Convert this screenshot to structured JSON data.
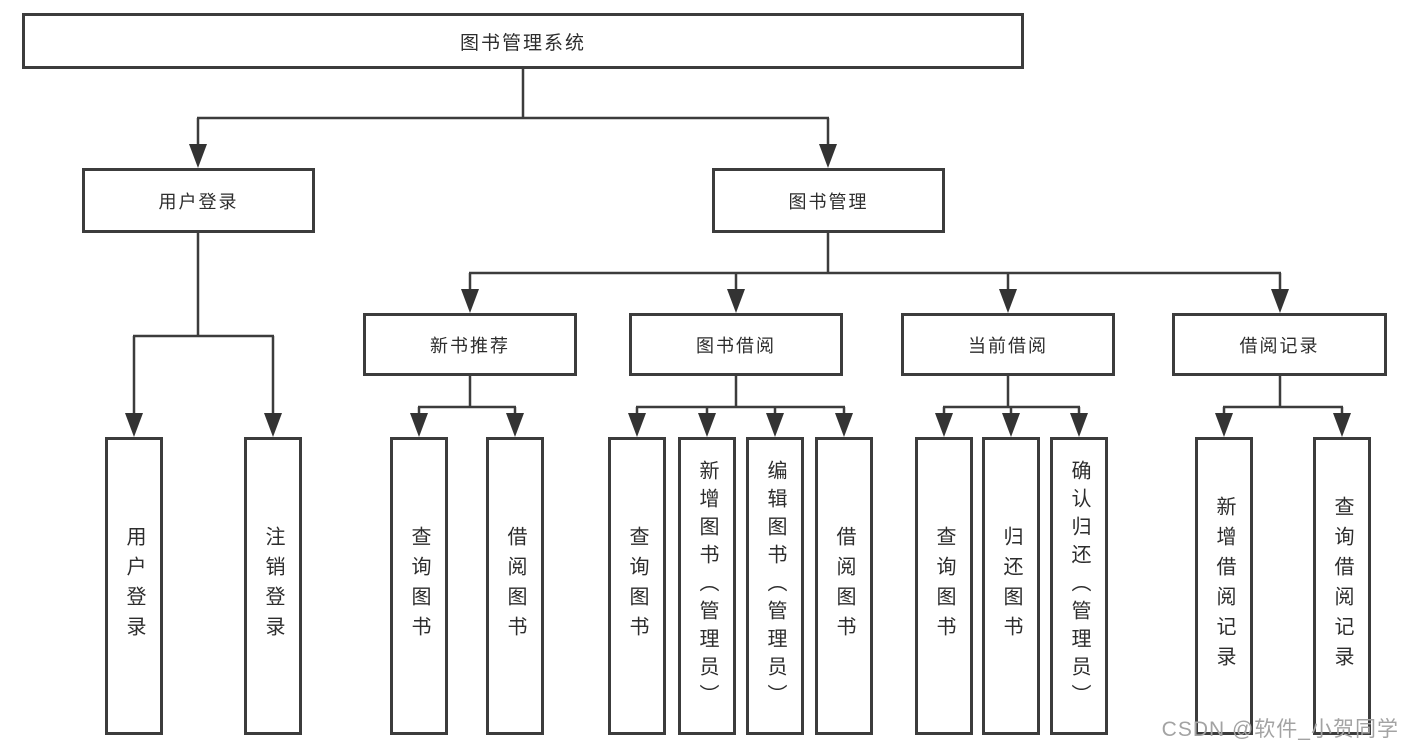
{
  "root": {
    "label": "图书管理系统"
  },
  "level2": [
    {
      "label": "用户登录",
      "children": [
        "用户登录",
        "注销登录"
      ]
    },
    {
      "label": "图书管理"
    }
  ],
  "level3": [
    {
      "label": "新书推荐",
      "children": [
        "查询图书",
        "借阅图书"
      ]
    },
    {
      "label": "图书借阅",
      "children": [
        "查询图书",
        "新增图书（管理员）",
        "编辑图书（管理员）",
        "借阅图书"
      ]
    },
    {
      "label": "当前借阅",
      "children": [
        "查询图书",
        "归还图书",
        "确认归还（管理员）"
      ]
    },
    {
      "label": "借阅记录",
      "children": [
        "新增借阅记录",
        "查询借阅记录"
      ]
    }
  ],
  "watermark": {
    "text": "CSDN @软件_小贺同学"
  },
  "colors": {
    "line": "#3c3c3c",
    "box_border": "#3c3c3c",
    "text": "#2d2d2d",
    "watermark": "#a3a3a3",
    "background": "#ffffff"
  }
}
